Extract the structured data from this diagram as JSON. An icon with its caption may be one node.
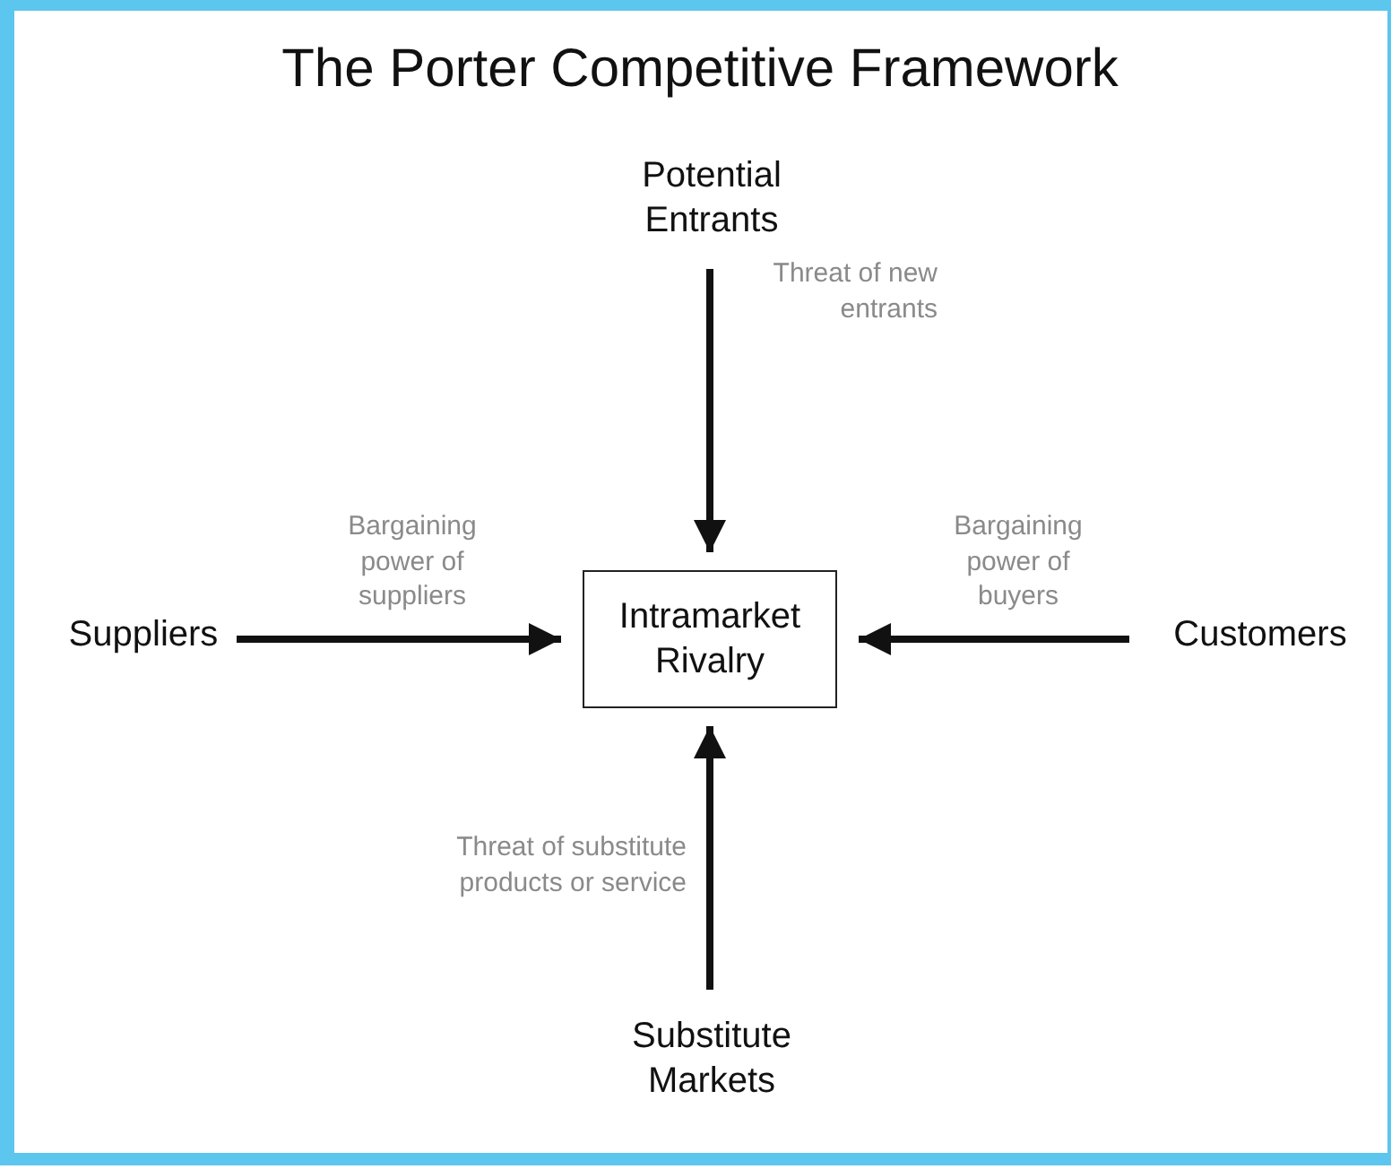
{
  "diagram": {
    "title": "The Porter Competitive Framework",
    "nodes": [
      {
        "text": [
          "Potential Entrants"
        ]
      },
      {
        "text": [
          "Suppliers"
        ]
      },
      {
        "text": [
          "Intramarket Rivalry"
        ]
      },
      {
        "text": [
          "Customers"
        ]
      },
      {
        "text": [
          "Substitute Markets"
        ]
      }
    ],
    "edges": [
      {
        "from": 0,
        "to": 2,
        "arrow": "to",
        "label": "Threat of new entrants"
      },
      {
        "from": 1,
        "to": 2,
        "arrow": "to",
        "label": "Bargaining power of suppliers"
      },
      {
        "from": 3,
        "to": 2,
        "arrow": "to",
        "label": "Bargaining power of buyers"
      },
      {
        "from": 4,
        "to": 2,
        "arrow": "to",
        "label": "Threat of substitute products or service"
      }
    ]
  }
}
